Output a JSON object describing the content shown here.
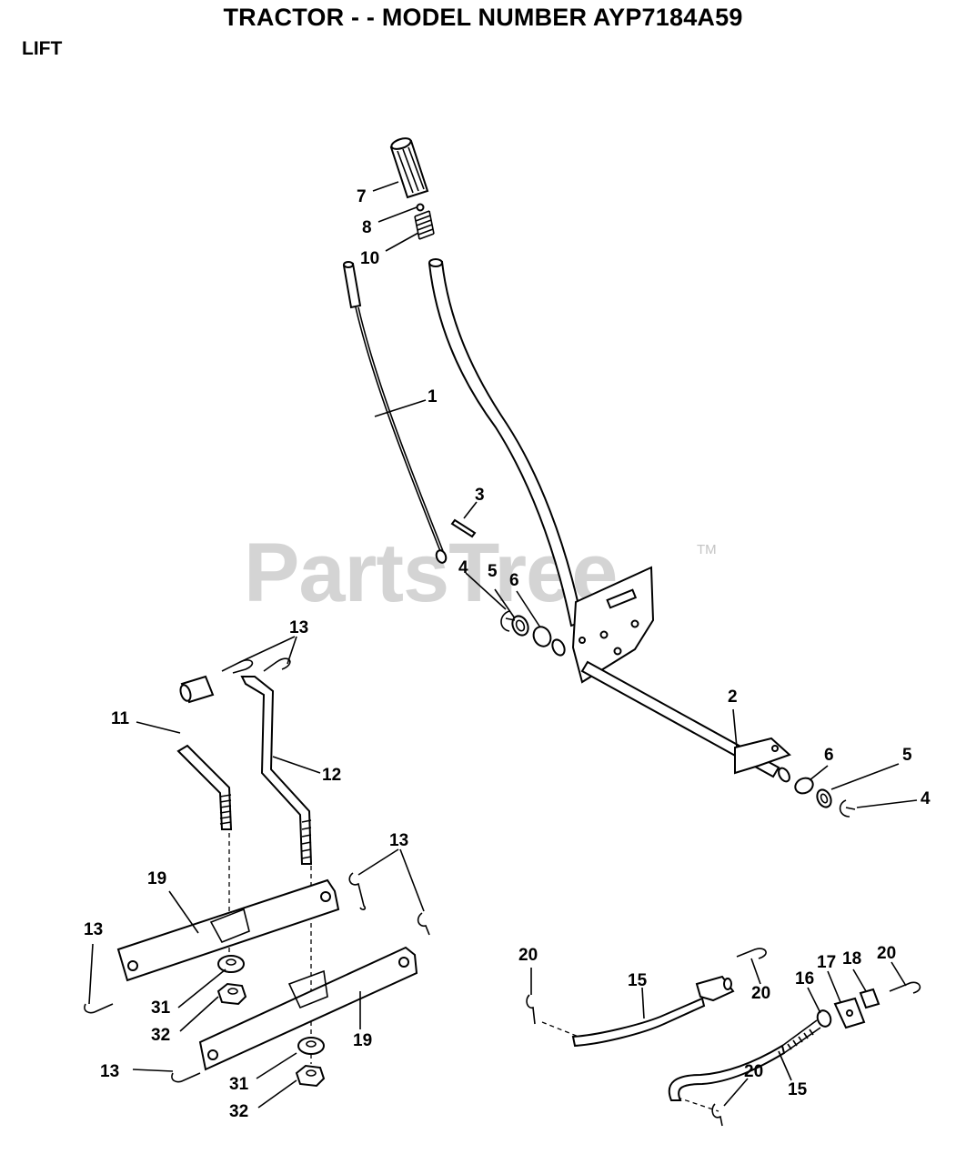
{
  "header": {
    "title": "TRACTOR - - MODEL NUMBER AYP7184A59",
    "section": "LIFT"
  },
  "watermark": {
    "text": "PartsTree",
    "tm": "TM"
  },
  "callouts": {
    "c7": "7",
    "c8": "8",
    "c10": "10",
    "c1": "1",
    "c3": "3",
    "c4a": "4",
    "c5a": "5",
    "c6a": "6",
    "c13a": "13",
    "c11": "11",
    "c12": "12",
    "c2": "2",
    "c6b": "6",
    "c5b": "5",
    "c4b": "4",
    "c13b": "13",
    "c19a": "19",
    "c13c": "13",
    "c31a": "31",
    "c32a": "32",
    "c13d": "13",
    "c19b": "19",
    "c31b": "31",
    "c32b": "32",
    "c20a": "20",
    "c15a": "15",
    "c20b": "20",
    "c16": "16",
    "c17": "17",
    "c18": "18",
    "c20c": "20",
    "c20d": "20",
    "c15b": "15"
  }
}
